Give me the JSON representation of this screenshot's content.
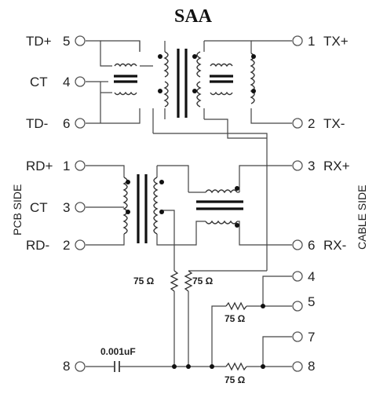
{
  "title": "SAA",
  "pins_left": [
    {
      "name": "TD+",
      "num": "5"
    },
    {
      "name": "CT",
      "num": "4"
    },
    {
      "name": "TD-",
      "num": "6"
    },
    {
      "name": "RD+",
      "num": "1"
    },
    {
      "name": "CT",
      "num": "3"
    },
    {
      "name": "RD-",
      "num": "2"
    }
  ],
  "pins_right": [
    {
      "num": "1",
      "name": "TX+"
    },
    {
      "num": "2",
      "name": "TX-"
    },
    {
      "num": "3",
      "name": "RX+"
    },
    {
      "num": "6",
      "name": "RX-"
    },
    {
      "num": "4",
      "name": ""
    },
    {
      "num": "5",
      "name": ""
    },
    {
      "num": "7",
      "name": ""
    },
    {
      "num": "8",
      "name": ""
    }
  ],
  "pin_bottom_left": {
    "num": "8"
  },
  "side_labels": {
    "left": "PCB SIDE",
    "right": "CABLE SIDE"
  },
  "components": {
    "r1": "75 Ω",
    "r2": "75 Ω",
    "r3": "75 Ω",
    "r4": "75 Ω",
    "cap": "0.001uF"
  }
}
